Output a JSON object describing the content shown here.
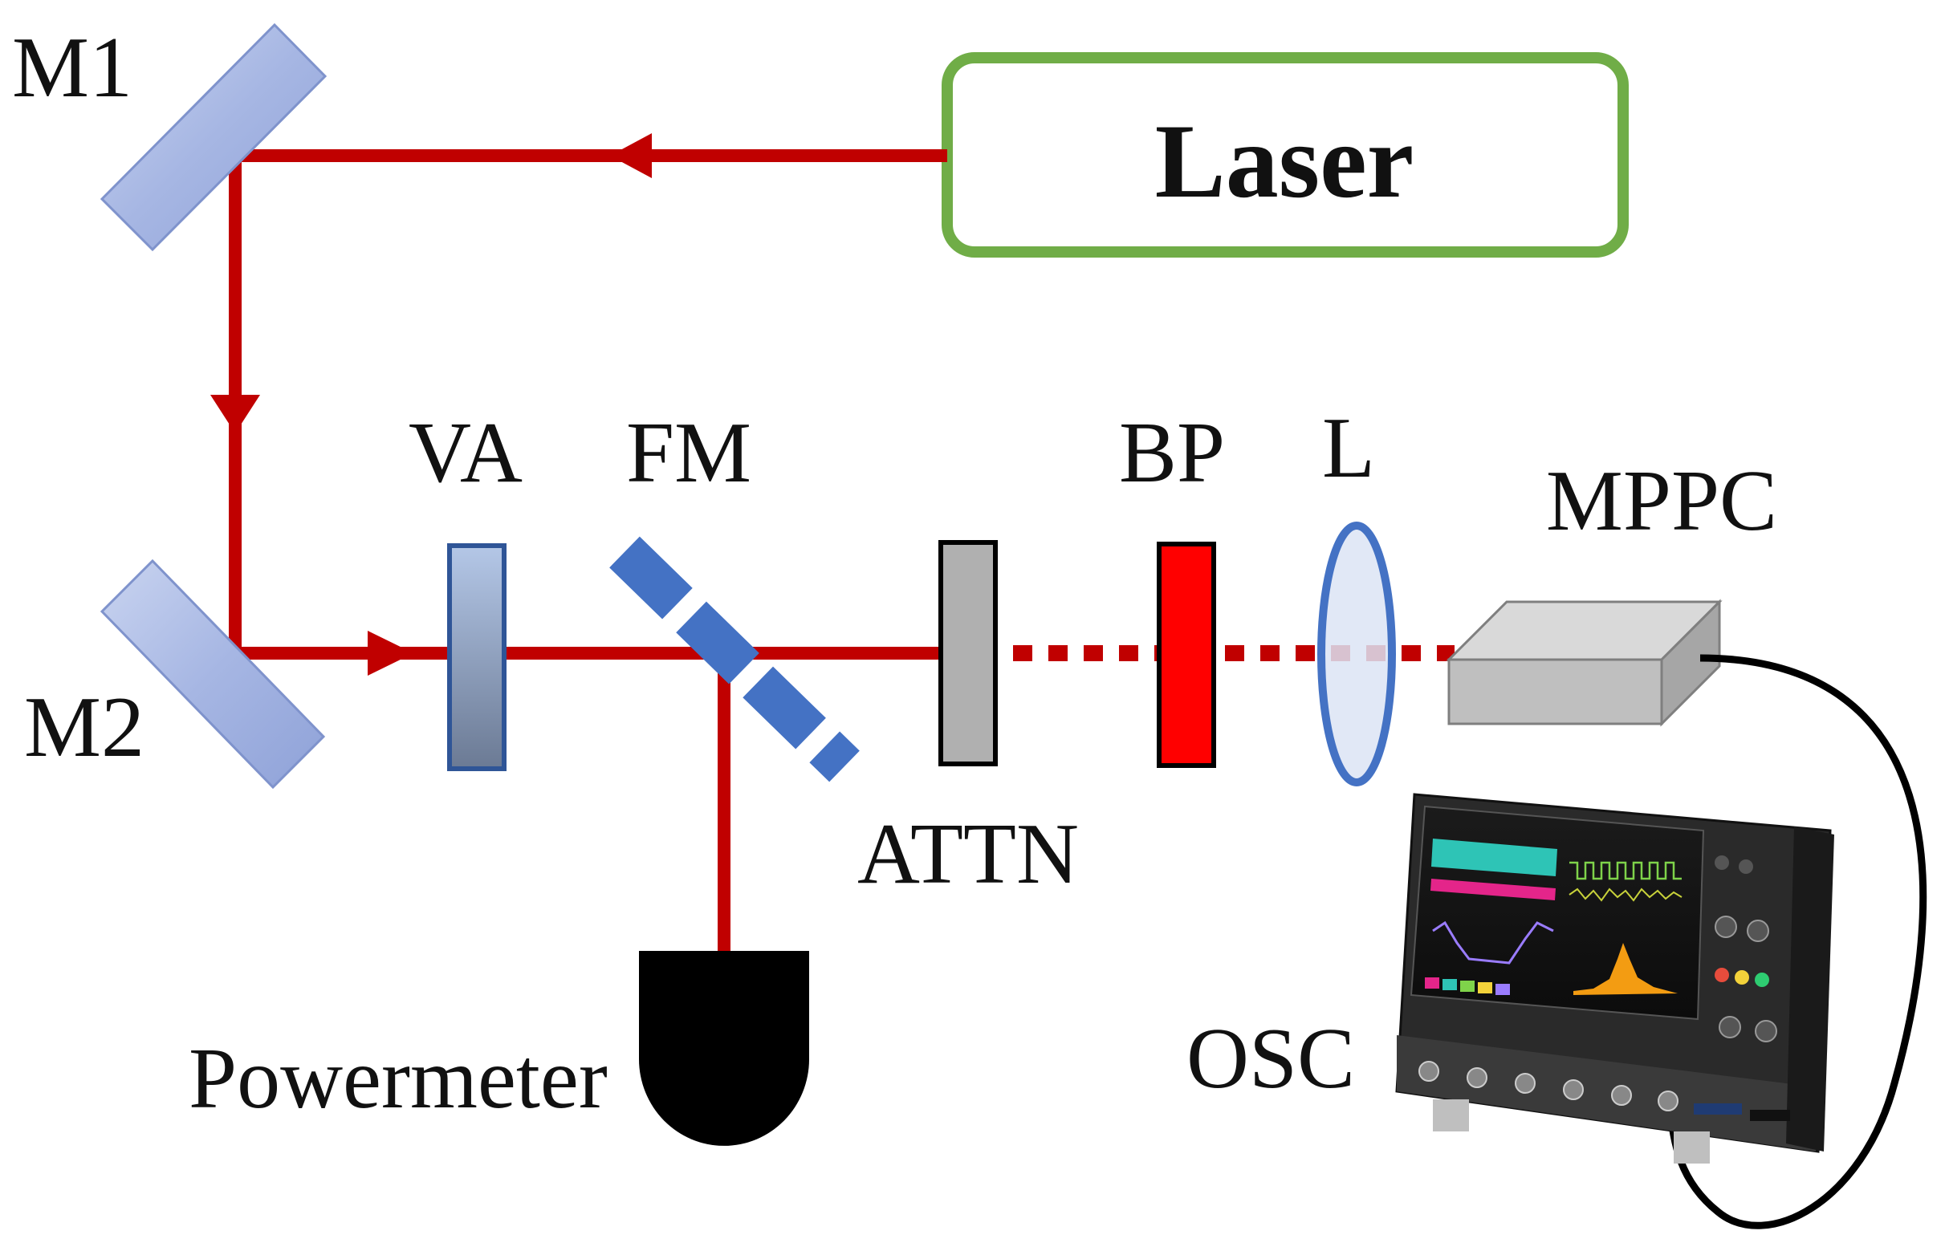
{
  "labels": {
    "laser": "Laser",
    "m1": "M1",
    "m2": "M2",
    "va": "VA",
    "fm": "FM",
    "attn": "ATTN",
    "bp": "BP",
    "l": "L",
    "mppc": "MPPC",
    "powermeter": "Powermeter",
    "osc": "OSC"
  },
  "colors": {
    "beam": "#c00000",
    "laser_border": "#70ad47",
    "mirror": "#a9b8e0",
    "flip_mirror": "#4472c4",
    "attenuator": "#b0b0b0",
    "bandpass": "#ff0000",
    "lens": "#dce4f5",
    "detector": "#000000",
    "mppc": "#bfbfbf",
    "cable": "#000000"
  },
  "icons": {
    "oscilloscope": "oscilloscope-icon",
    "powermeter": "powermeter-detector-icon"
  }
}
